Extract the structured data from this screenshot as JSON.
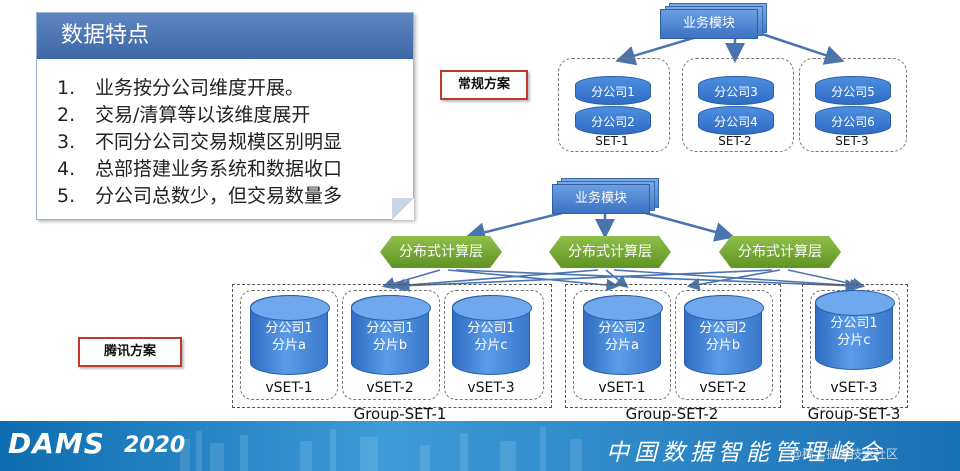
{
  "panel": {
    "title": "数据特点",
    "items": [
      {
        "num": "1.",
        "text": "业务按分公司维度开展。"
      },
      {
        "num": "2.",
        "text": "交易/清算等以该维度展开"
      },
      {
        "num": "3.",
        "text": "不同分公司交易规模区别明显"
      },
      {
        "num": "4.",
        "text": "总部搭建业务系统和数据收口"
      },
      {
        "num": "5.",
        "text": "分公司总数少，但交易数量多"
      }
    ]
  },
  "conventional": {
    "label": "常规方案",
    "business": "业务模块",
    "sets": [
      {
        "dbs": [
          "分公司1",
          "分公司2"
        ],
        "name": "SET-1"
      },
      {
        "dbs": [
          "分公司3",
          "分公司4"
        ],
        "name": "SET-2"
      },
      {
        "dbs": [
          "分公司5",
          "分公司6"
        ],
        "name": "SET-3"
      }
    ]
  },
  "tencent": {
    "label": "腾讯方案",
    "business": "业务模块",
    "compute_layers": [
      "分布式计算层",
      "分布式计算层",
      "分布式计算层"
    ],
    "groups": [
      {
        "name": "Group-SET-1",
        "vsets": [
          {
            "db": [
              "分公司1",
              "分片a"
            ],
            "name": "vSET-1"
          },
          {
            "db": [
              "分公司1",
              "分片b"
            ],
            "name": "vSET-2"
          },
          {
            "db": [
              "分公司1",
              "分片c"
            ],
            "name": "vSET-3"
          }
        ]
      },
      {
        "name": "Group-SET-2",
        "vsets": [
          {
            "db": [
              "分公司2",
              "分片a"
            ],
            "name": "vSET-1"
          },
          {
            "db": [
              "分公司2",
              "分片b"
            ],
            "name": "vSET-2"
          }
        ]
      },
      {
        "name": "Group-SET-3",
        "vsets": [
          {
            "db": [
              "分公司1",
              "分片c"
            ],
            "name": "vSET-3"
          }
        ]
      }
    ]
  },
  "footer": {
    "brand": "DAMS",
    "year": "2020",
    "summit": "中国数据智能管理峰会",
    "watermark": "@稀土掘金技术社区"
  }
}
